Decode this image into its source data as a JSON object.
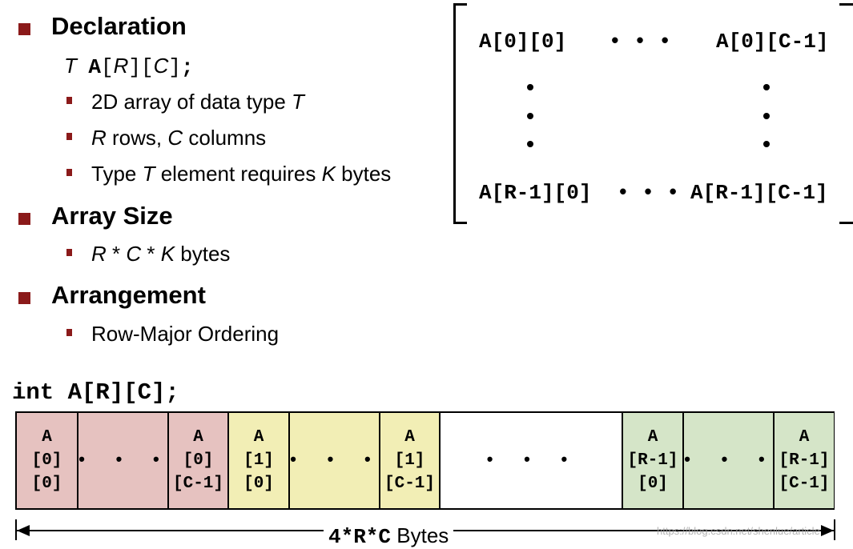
{
  "sections": [
    {
      "heading": "Declaration",
      "declaration": {
        "type": "T",
        "name": "A",
        "open1": "[",
        "r": "R",
        "close1": "]",
        "open2": "[",
        "c": "C",
        "close2": "]",
        "semi": ";"
      },
      "bullets": [
        {
          "text": "2D array of data type ",
          "var": "T"
        },
        {
          "var_r": "R",
          "mid": " rows, ",
          "var_c": "C",
          "end": " columns"
        },
        {
          "pre": "Type ",
          "var_t": "T",
          "mid": " element requires ",
          "var_k": "K",
          "end": " bytes"
        }
      ]
    },
    {
      "heading": "Array Size",
      "bullets": [
        {
          "r": "R",
          "s1": " * ",
          "c": "C",
          "s2": " * ",
          "k": "K",
          "end": " bytes"
        }
      ]
    },
    {
      "heading": "Arrangement",
      "bullets": [
        {
          "text": "Row-Major Ordering"
        }
      ]
    }
  ],
  "matrix": {
    "top_left": "A[0][0]",
    "top_dots": "• • •",
    "top_right": "A[0][C-1]",
    "bottom_left": "A[R-1][0]",
    "bottom_dots": "• • •",
    "bottom_right": "A[R-1][C-1]"
  },
  "code": "int A[R][C];",
  "memory_layout": {
    "colors": {
      "row0": "#e6c2c0",
      "row1": "#f2eeb5",
      "gap": "#ffffff",
      "rowlast": "#d5e5c8",
      "bracket": "#8b1a1a"
    },
    "cells": [
      {
        "lines": [
          "A",
          "[0]",
          "[0]"
        ],
        "group": "row0"
      },
      {
        "lines": [
          "• • •"
        ],
        "group": "row0"
      },
      {
        "lines": [
          "A",
          "[0]",
          "[C-1]"
        ],
        "group": "row0"
      },
      {
        "lines": [
          "A",
          "[1]",
          "[0]"
        ],
        "group": "row1"
      },
      {
        "lines": [
          "• • •"
        ],
        "group": "row1"
      },
      {
        "lines": [
          "A",
          "[1]",
          "[C-1]"
        ],
        "group": "row1"
      },
      {
        "lines": [
          "•   •   •"
        ],
        "group": "gap"
      },
      {
        "lines": [
          "A",
          "[R-1]",
          "[0]"
        ],
        "group": "rowlast"
      },
      {
        "lines": [
          "• • •"
        ],
        "group": "rowlast"
      },
      {
        "lines": [
          "A",
          "[R-1]",
          "[C-1]"
        ],
        "group": "rowlast"
      }
    ]
  },
  "dimension": {
    "expr": "4*R*C",
    "unit": "Bytes"
  },
  "watermark": "https://blog.csdn.net/shenlue/article"
}
